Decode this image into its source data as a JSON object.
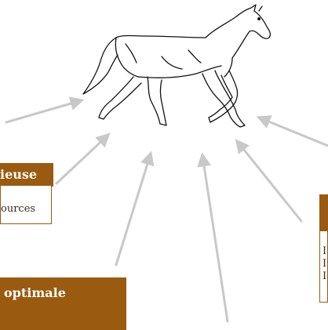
{
  "subject": {
    "icon": "horse-icon"
  },
  "boxes": {
    "left": {
      "header": "ieuse",
      "body": "ources"
    },
    "right": {
      "header": "",
      "body_lines": [
        "I",
        "I",
        "I"
      ]
    },
    "bottom": {
      "header": "optimale"
    }
  },
  "colors": {
    "accent": "#9a5a10",
    "arrow": "#c8c8c8",
    "line": "#111111"
  }
}
